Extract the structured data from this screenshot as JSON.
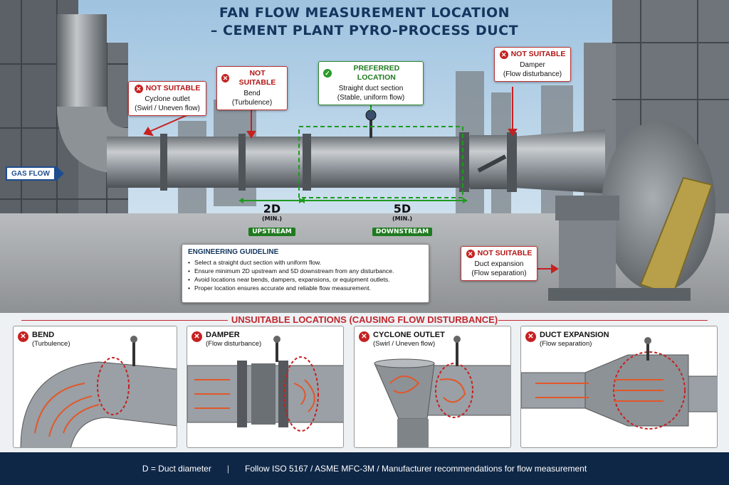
{
  "header": {
    "title_line1": "FAN FLOW MEASUREMENT LOCATION",
    "title_line2": "– CEMENT PLANT PYRO-PROCESS DUCT"
  },
  "callouts": {
    "cyclone": {
      "tag": "NOT SUITABLE",
      "line1": "Cyclone outlet",
      "line2": "(Swirl / Uneven flow)"
    },
    "bend": {
      "tag": "NOT SUITABLE",
      "line1": "Bend",
      "line2": "(Turbulence)"
    },
    "preferred": {
      "tag": "PREFERRED LOCATION",
      "line1": "Straight duct section",
      "line2": "(Stable, uniform flow)"
    },
    "damper": {
      "tag": "NOT SUITABLE",
      "line1": "Damper",
      "line2": "(Flow disturbance)"
    },
    "expansion": {
      "tag": "NOT SUITABLE",
      "line1": "Duct expansion",
      "line2": "(Flow separation)"
    }
  },
  "gas_flow_label": "GAS FLOW",
  "dimensions": {
    "upstream": {
      "value": "2D",
      "min": "(MIN.)",
      "label": "UPSTREAM"
    },
    "downstream": {
      "value": "5D",
      "min": "(MIN.)",
      "label": "DOWNSTREAM"
    }
  },
  "guideline": {
    "heading": "ENGINEERING GUIDELINE",
    "items": [
      "Select a straight duct section with uniform flow.",
      "Ensure minimum 2D upstream and 5D downstream from any disturbance.",
      "Avoid locations near bends, dampers, expansions, or equipment outlets.",
      "Proper location ensures accurate and reliable flow measurement."
    ]
  },
  "unsuitable_title": "UNSUITABLE LOCATIONS (CAUSING FLOW DISTURBANCE)",
  "panels": [
    {
      "title": "BEND",
      "subtitle": "(Turbulence)"
    },
    {
      "title": "DAMPER",
      "subtitle": "(Flow disturbance)"
    },
    {
      "title": "CYCLONE OUTLET",
      "subtitle": "(Swirl / Uneven flow)"
    },
    {
      "title": "DUCT EXPANSION",
      "subtitle": "(Flow separation)"
    }
  ],
  "footer": {
    "left": "D = Duct diameter",
    "separator": "|",
    "right": "Follow ISO 5167 / ASME MFC-3M / Manufacturer recommendations for flow measurement"
  },
  "colors": {
    "title_blue": "#14365e",
    "warning_red": "#c62020",
    "ok_green": "#2a9a2a",
    "footer_navy": "#0f2747"
  }
}
